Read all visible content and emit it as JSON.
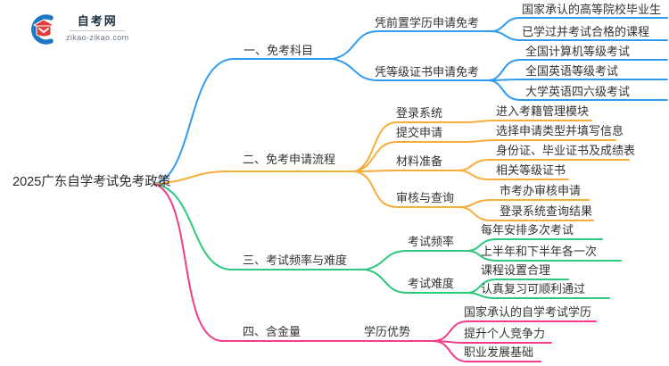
{
  "logo": {
    "site_name": "自考网",
    "site_url": "zikao-zikao.com"
  },
  "root": {
    "label": "2025广东自学考试免考政策"
  },
  "colors": {
    "branch1": "#2E9BF3",
    "branch2": "#F8AC3A",
    "branch3": "#2CC87D",
    "branch4": "#F43C8C",
    "logo_blue": "#1C78C0",
    "logo_red": "#E23B3B"
  },
  "branches": [
    {
      "label": "一、免考科目",
      "children": [
        {
          "label": "凭前置学历申请免考",
          "children": [
            {
              "label": "国家承认的高等院校毕业生"
            },
            {
              "label": "已学过并考试合格的课程"
            }
          ]
        },
        {
          "label": "凭等级证书申请免考",
          "children": [
            {
              "label": "全国计算机等级考试"
            },
            {
              "label": "全国英语等级考试"
            },
            {
              "label": "大学英语四六级考试"
            }
          ]
        }
      ]
    },
    {
      "label": "二、免考申请流程",
      "children": [
        {
          "label": "登录系统",
          "children": [
            {
              "label": "进入考籍管理模块"
            }
          ]
        },
        {
          "label": "提交申请",
          "children": [
            {
              "label": "选择申请类型并填写信息"
            }
          ]
        },
        {
          "label": "材料准备",
          "children": [
            {
              "label": "身份证、毕业证书及成绩表"
            },
            {
              "label": "相关等级证书"
            }
          ]
        },
        {
          "label": "审核与查询",
          "children": [
            {
              "label": "市考办审核申请"
            },
            {
              "label": "登录系统查询结果"
            }
          ]
        }
      ]
    },
    {
      "label": "三、考试频率与难度",
      "children": [
        {
          "label": "考试频率",
          "children": [
            {
              "label": "每年安排多次考试"
            },
            {
              "label": "上半年和下半年各一次"
            }
          ]
        },
        {
          "label": "考试难度",
          "children": [
            {
              "label": "课程设置合理"
            },
            {
              "label": "认真复习可顺利通过"
            }
          ]
        }
      ]
    },
    {
      "label": "四、含金量",
      "children": [
        {
          "label": "学历优势",
          "children": [
            {
              "label": "国家承认的自学考试学历"
            },
            {
              "label": "提升个人竞争力"
            },
            {
              "label": "职业发展基础"
            }
          ]
        }
      ]
    }
  ]
}
